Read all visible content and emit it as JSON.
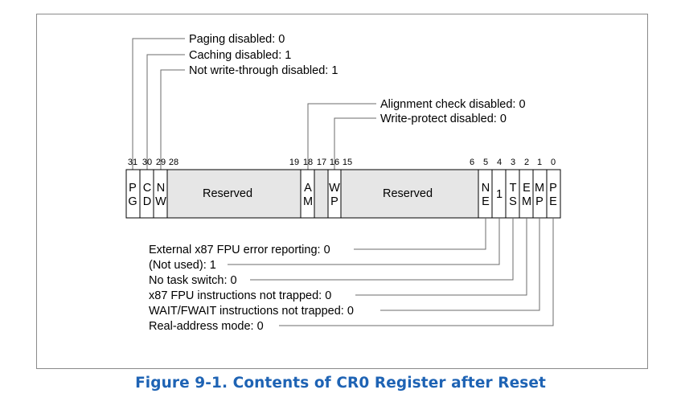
{
  "figure": {
    "caption": "Figure 9-1.  Contents of CR0 Register after Reset",
    "caption_color": "#1e63b4"
  },
  "colors": {
    "reserved_fill": "#e6e6e6",
    "line": "#000000",
    "leader_line": "#6b6b6b"
  },
  "bit_numbers": [
    "31",
    "30",
    "29",
    "28",
    "19",
    "18",
    "17",
    "16",
    "15",
    "6",
    "5",
    "4",
    "3",
    "2",
    "1",
    "0"
  ],
  "fields": {
    "pg": [
      "P",
      "G"
    ],
    "cd": [
      "C",
      "D"
    ],
    "nw": [
      "N",
      "W"
    ],
    "reserved_high": "Reserved",
    "am": [
      "A",
      "M"
    ],
    "wp": [
      "W",
      "P"
    ],
    "reserved_mid": "Reserved",
    "ne": [
      "N",
      "E"
    ],
    "et": "1",
    "ts": [
      "T",
      "S"
    ],
    "em": [
      "E",
      "M"
    ],
    "mp": [
      "M",
      "P"
    ],
    "pe": [
      "P",
      "E"
    ]
  },
  "top_labels": {
    "paging": "Paging disabled: 0",
    "caching": "Caching disabled: 1",
    "not_write_through": "Not write-through disabled: 1",
    "alignment": "Alignment check disabled: 0",
    "write_protect": "Write-protect disabled: 0"
  },
  "bottom_labels": {
    "ne": "External x87 FPU error reporting: 0",
    "et": "(Not used): 1",
    "ts": "No task switch: 0",
    "em": "x87 FPU instructions not trapped: 0",
    "mp": "WAIT/FWAIT instructions not trapped: 0",
    "pe": "Real-address mode: 0"
  }
}
